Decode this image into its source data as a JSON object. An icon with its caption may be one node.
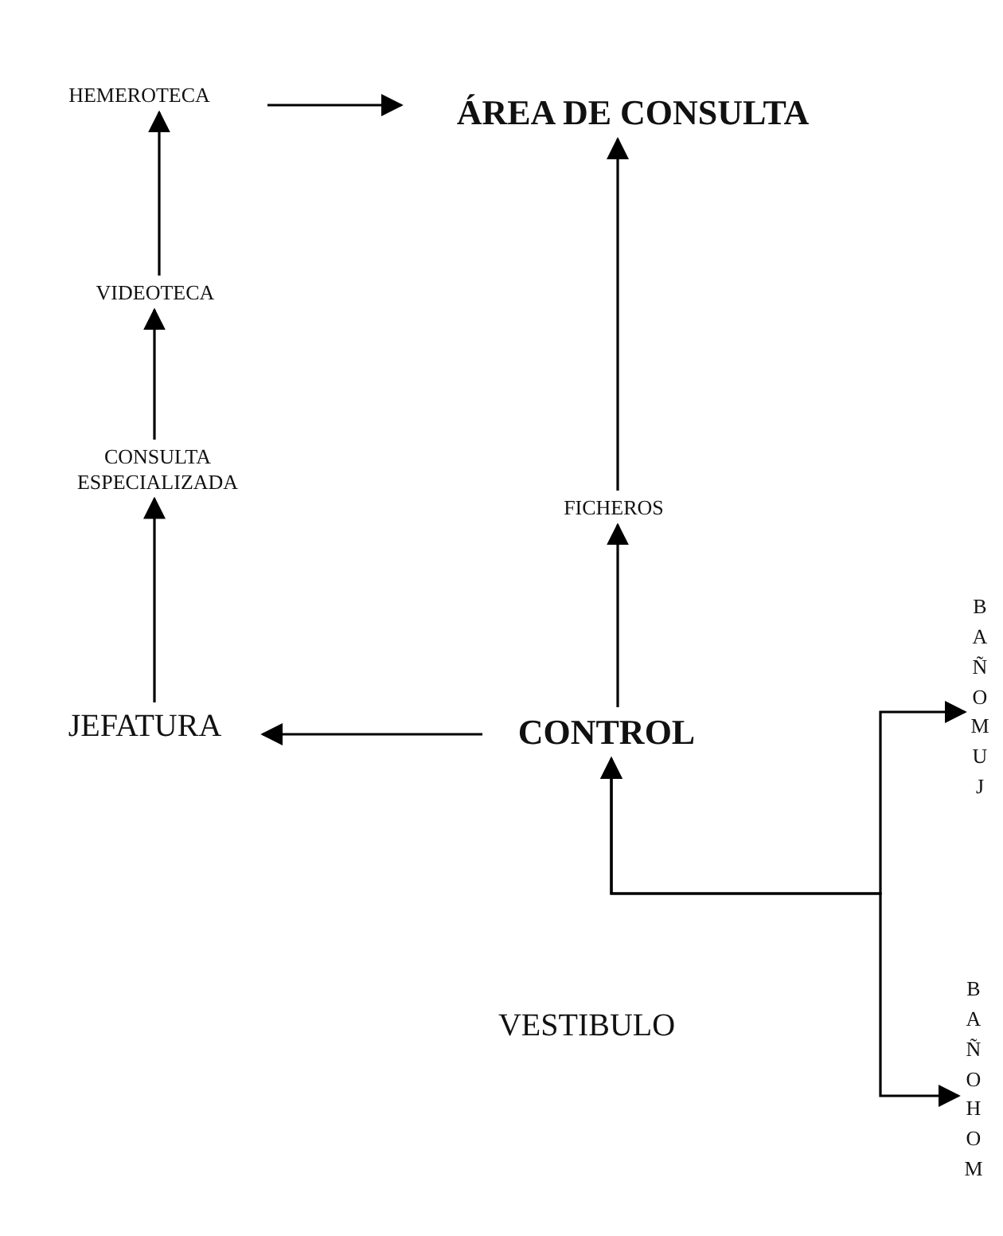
{
  "diagram": {
    "nodes": [
      {
        "text": [
          "HEMEROTECA"
        ]
      },
      {
        "text": [
          "ÁREA DE CONSULTA"
        ]
      },
      {
        "text": [
          "VIDEOTECA"
        ]
      },
      {
        "text": [
          "CONSULTA ESPECIALIZADA"
        ]
      },
      {
        "text": [
          "FICHEROS"
        ]
      },
      {
        "text": [
          "JEFATURA"
        ]
      },
      {
        "text": [
          "CONTROL"
        ]
      },
      {
        "text": [
          "BAÑO MUJ"
        ]
      },
      {
        "text": [
          "VESTIBULO"
        ]
      },
      {
        "text": [
          "BAÑO HOM"
        ]
      }
    ],
    "edges": [
      {
        "from": 0,
        "to": 1,
        "arrow": "to"
      },
      {
        "from": 2,
        "to": 0,
        "arrow": "to"
      },
      {
        "from": 3,
        "to": 2,
        "arrow": "to"
      },
      {
        "from": 5,
        "to": 3,
        "arrow": "to"
      },
      {
        "from": 4,
        "to": 1,
        "arrow": "to"
      },
      {
        "from": 6,
        "to": 4,
        "arrow": "to"
      },
      {
        "from": 6,
        "to": 5,
        "arrow": "to"
      },
      {
        "from": 6,
        "to": 7,
        "arrow": "both"
      },
      {
        "from": 6,
        "to": 9,
        "arrow": "both"
      }
    ]
  }
}
